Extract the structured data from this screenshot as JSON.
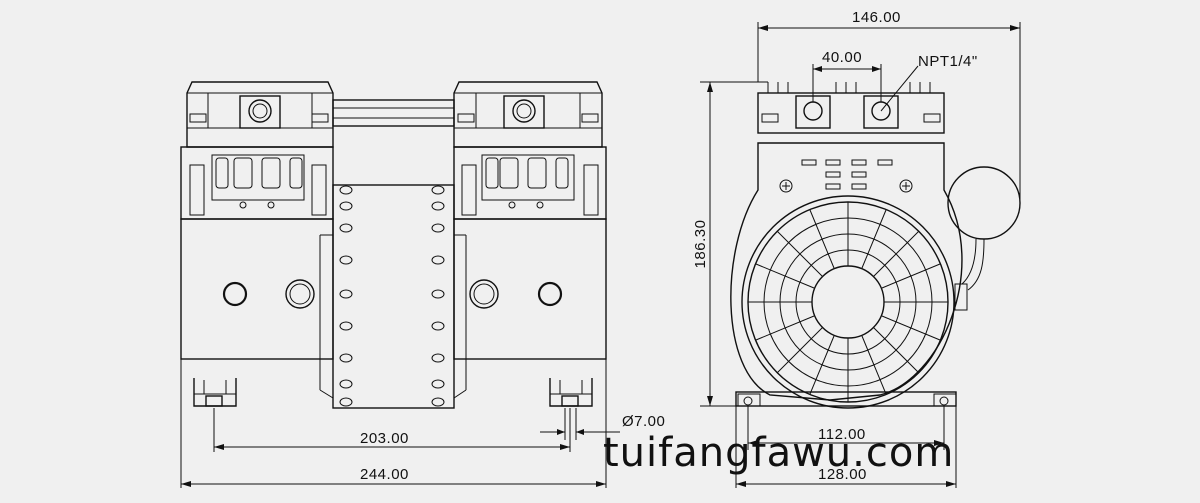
{
  "dimensions": {
    "overall_width": "146.00",
    "port_spacing": "40.00",
    "port_thread": "NPT1/4\"",
    "height": "186.30",
    "hole_diameter": "Ø7.00",
    "mount_spacing_side": "203.00",
    "overall_length": "244.00",
    "mount_spacing_front": "112.00",
    "base_width_front": "128.00"
  },
  "watermark": "tuifangfawu.com"
}
